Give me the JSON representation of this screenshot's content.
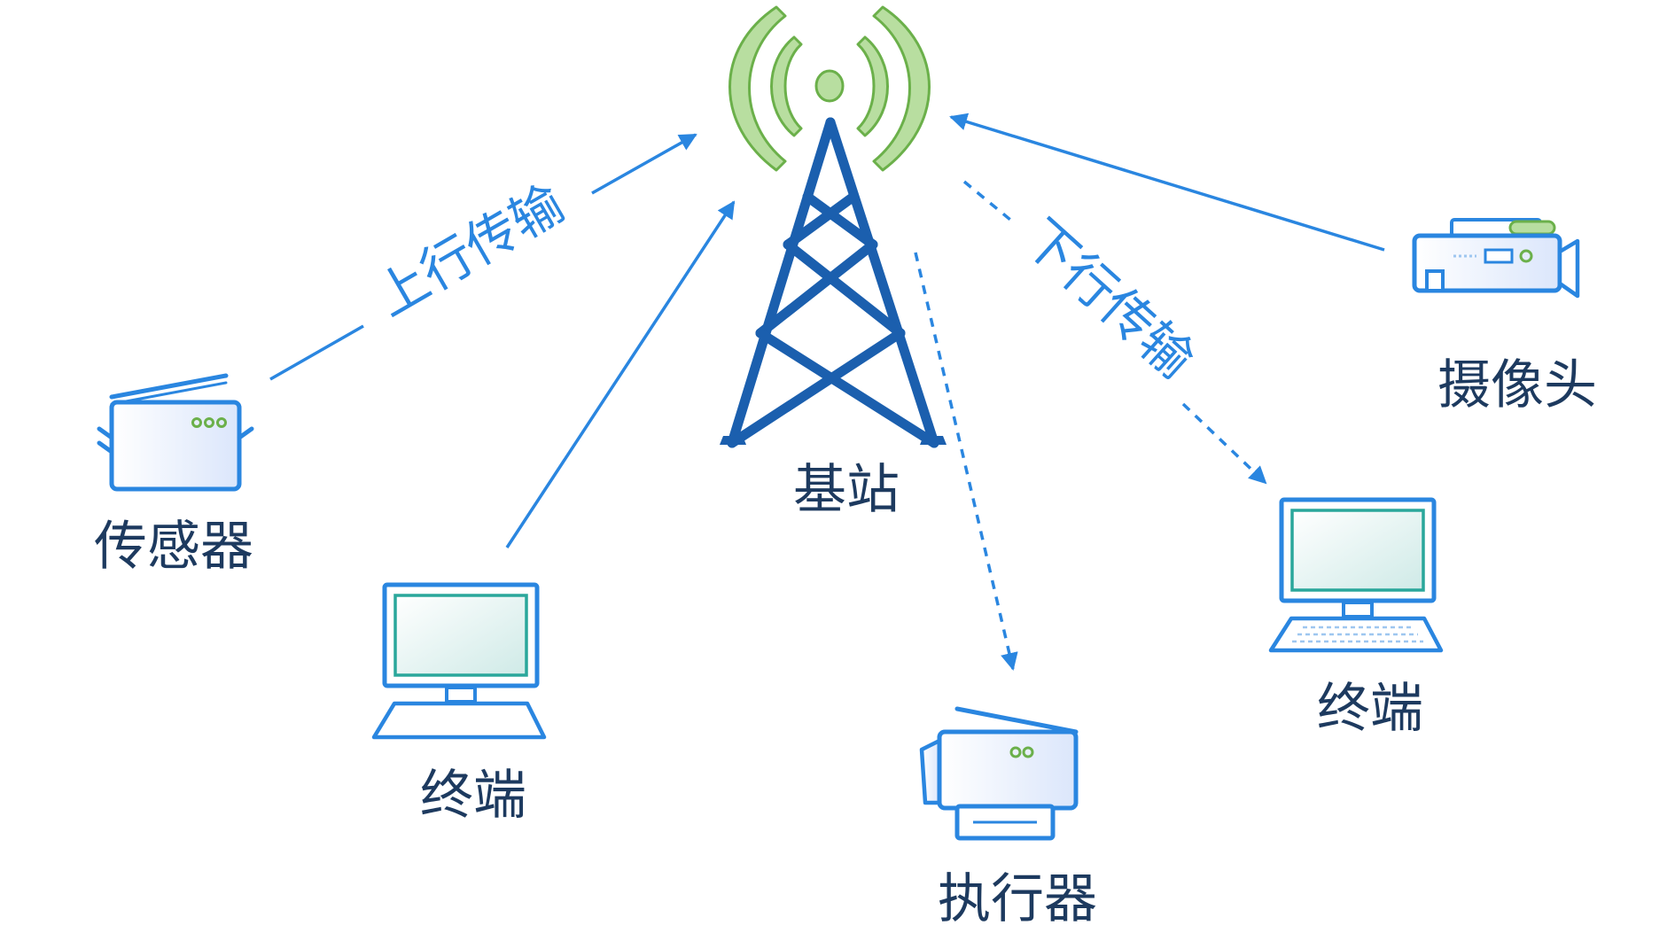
{
  "nodes": {
    "base_station": "基站",
    "sensor": "传感器",
    "terminal_left": "终端",
    "actuator": "执行器",
    "terminal_right": "终端",
    "camera": "摄像头"
  },
  "edges": {
    "uplink": "上行传输",
    "downlink": "下行传输"
  },
  "colors": {
    "device_blue": "#2a86e0",
    "tower_blue": "#1b5fae",
    "signal_green": "#6bb04a",
    "signal_green_fill": "#b8deA0",
    "screen_teal": "#2aa79b",
    "label_text": "#1d3a5f"
  }
}
